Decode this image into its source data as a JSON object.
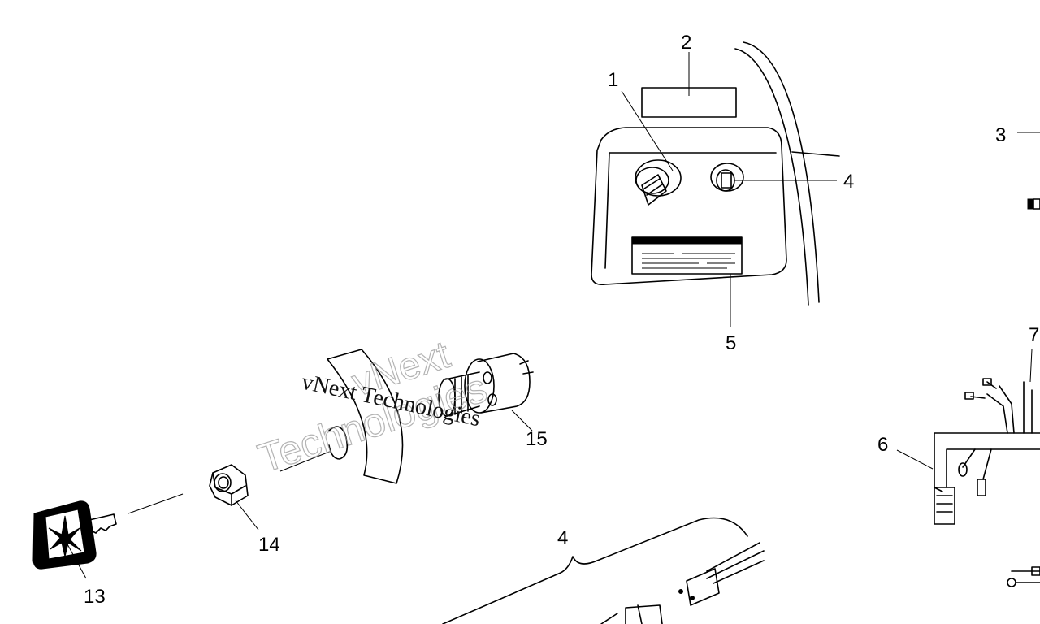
{
  "callouts": {
    "c1": "1",
    "c2": "2",
    "c3": "3",
    "c4a": "4",
    "c4b": "4",
    "c5": "5",
    "c6": "6",
    "c7": "7",
    "c13": "13",
    "c14": "14",
    "c15": "15"
  },
  "watermark": {
    "line1": "vNext",
    "line2": "Technologies",
    "line3": "vNext Technologies"
  }
}
